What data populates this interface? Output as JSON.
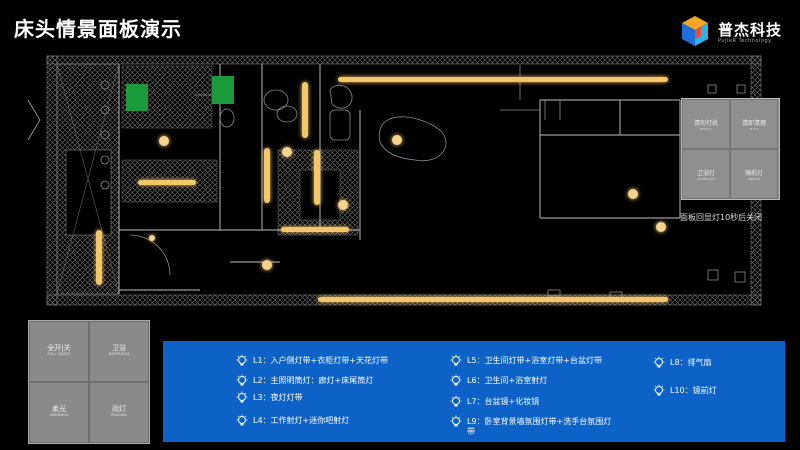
{
  "slide": {
    "title": "床头情景面板演示"
  },
  "logo": {
    "name": "普杰科技",
    "sub": "PuJieR Technology"
  },
  "side_panel": {
    "buttons": [
      {
        "label": "请勿打扰",
        "en": "PRIVACY"
      },
      {
        "label": "请即清理",
        "en": "M.U.R"
      },
      {
        "label": "卫浴灯",
        "en": "BATHROOM"
      },
      {
        "label": "镜前灯",
        "en": "MIRROR"
      }
    ],
    "note": "面板回显灯10秒后关闭"
  },
  "main_panel": {
    "buttons": [
      {
        "label": "全开|关",
        "en": "FULL ON/OFF"
      },
      {
        "label": "卫浴",
        "en": "BATHROOM"
      },
      {
        "label": "柔光",
        "en": "AMBIENCE"
      },
      {
        "label": "阅灯",
        "en": "READING"
      }
    ]
  },
  "legend": {
    "col1": [
      "L1：入户侧灯带+衣柜灯带+天花灯带",
      "L2：主照明筒灯：廊灯+床尾筒灯",
      "L3：夜灯灯带",
      "L4：工作射灯+迷你吧射灯"
    ],
    "col2": [
      "L5：卫生间灯带+浴室灯带+台盆灯带",
      "L6：卫生间+浴室射灯",
      "L7：台盆镜+化妆镜",
      "L9：卧室背景墙氛围灯带+洗手台氛围灯带"
    ],
    "col3": [
      "L8：排气扇",
      "L10：镜前灯"
    ]
  },
  "colors": {
    "legend_bg": "#0d62c8",
    "glow": "#f0c060",
    "wall": "#8a8a8a",
    "green": "#1a9a3a"
  }
}
